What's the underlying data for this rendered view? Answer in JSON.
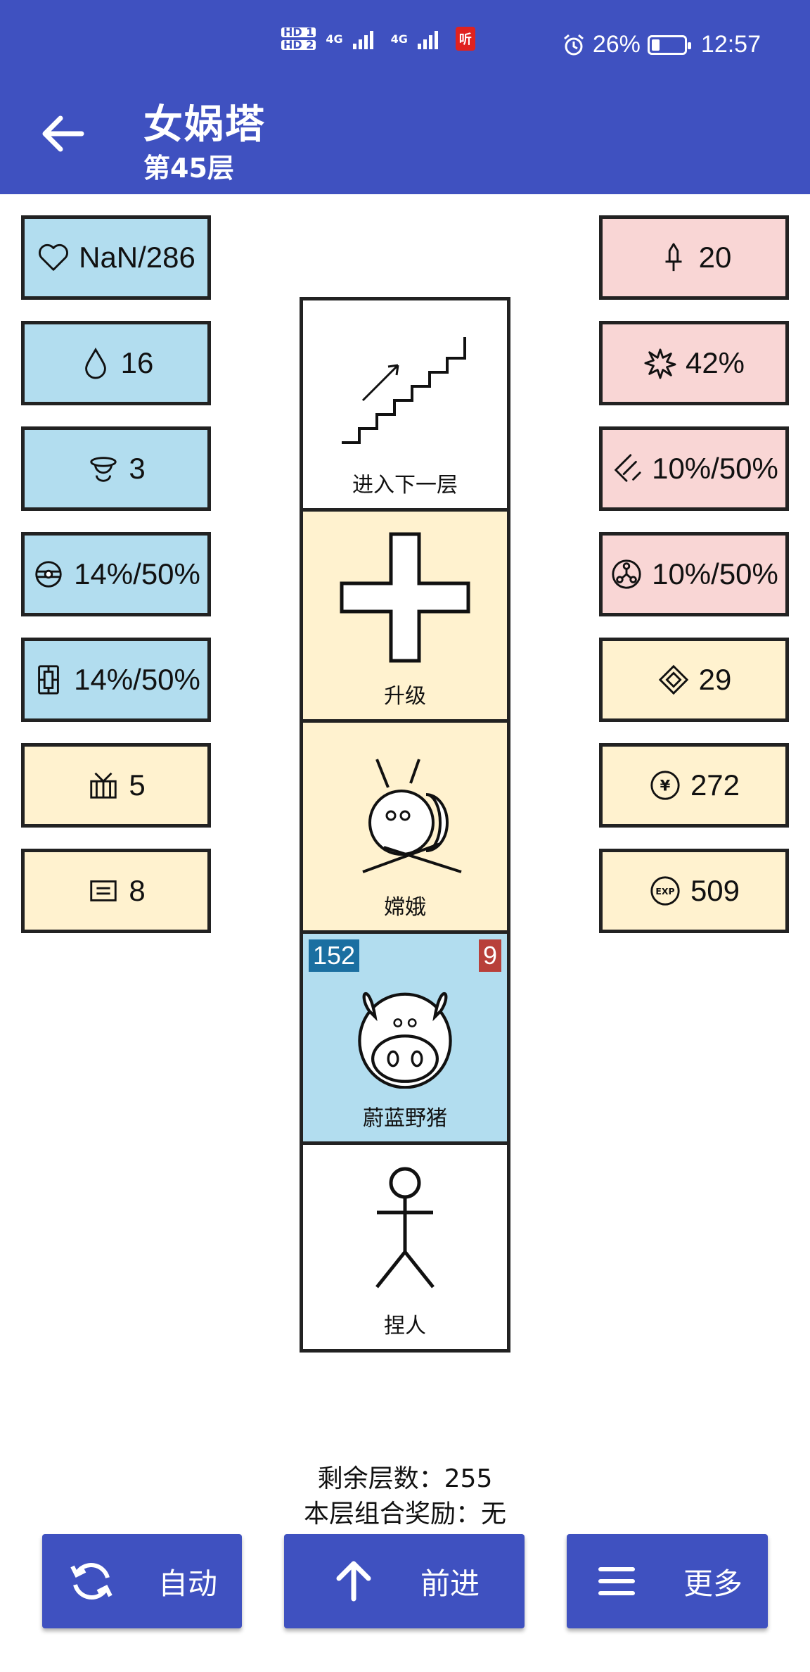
{
  "status_bar": {
    "hd1": "HD 1",
    "hd2": "HD 2",
    "net1": "4G",
    "net2": "4G",
    "ting": "听",
    "battery_percent": "26%",
    "battery_level": 0.26,
    "time": "12:57"
  },
  "header": {
    "title": "女娲塔",
    "subtitle": "第45层"
  },
  "left_stats": [
    {
      "icon": "heart-icon",
      "value": "NaN/286",
      "color": "blue"
    },
    {
      "icon": "drop-icon",
      "value": "16",
      "color": "blue"
    },
    {
      "icon": "helmet-icon",
      "value": "3",
      "color": "blue"
    },
    {
      "icon": "orb-icon",
      "value": "14%/50%",
      "color": "blue"
    },
    {
      "icon": "shield-icon",
      "value": "14%/50%",
      "color": "blue"
    },
    {
      "icon": "chest-icon",
      "value": "5",
      "color": "yellow"
    },
    {
      "icon": "scroll-icon",
      "value": "8",
      "color": "yellow"
    }
  ],
  "right_stats": [
    {
      "icon": "sword-icon",
      "value": "20",
      "color": "pink"
    },
    {
      "icon": "burst-icon",
      "value": "42%",
      "color": "pink"
    },
    {
      "icon": "slash-icon",
      "value": "10%/50%",
      "color": "pink"
    },
    {
      "icon": "triad-icon",
      "value": "10%/50%",
      "color": "pink"
    },
    {
      "icon": "gem-icon",
      "value": "29",
      "color": "yellow"
    },
    {
      "icon": "yen-coin-icon",
      "value": "272",
      "color": "yellow"
    },
    {
      "icon": "exp-icon",
      "value": "509",
      "color": "yellow"
    }
  ],
  "column": [
    {
      "label": "进入下一层",
      "art": "stairs-icon",
      "color": "white"
    },
    {
      "label": "升级",
      "art": "plus-icon",
      "color": "yellow"
    },
    {
      "label": "嫦娥",
      "art": "bee-icon",
      "color": "yellow"
    },
    {
      "label": "蔚蓝野猪",
      "art": "boar-icon",
      "color": "blue",
      "hp": "152",
      "atk": "9"
    },
    {
      "label": "捏人",
      "art": "stick-figure-icon",
      "color": "white"
    }
  ],
  "info": {
    "remaining": "剩余层数：255",
    "combo": "本层组合奖励：无"
  },
  "buttons": {
    "auto": "自动",
    "forward": "前进",
    "more": "更多"
  },
  "colors": {
    "primary": "#3f51c0",
    "blue_tile": "#b2ddef",
    "pink_tile": "#f9d6d5",
    "yellow_tile": "#fff2cf",
    "hp_badge": "#1b6fa1",
    "atk_badge": "#b8403a"
  }
}
